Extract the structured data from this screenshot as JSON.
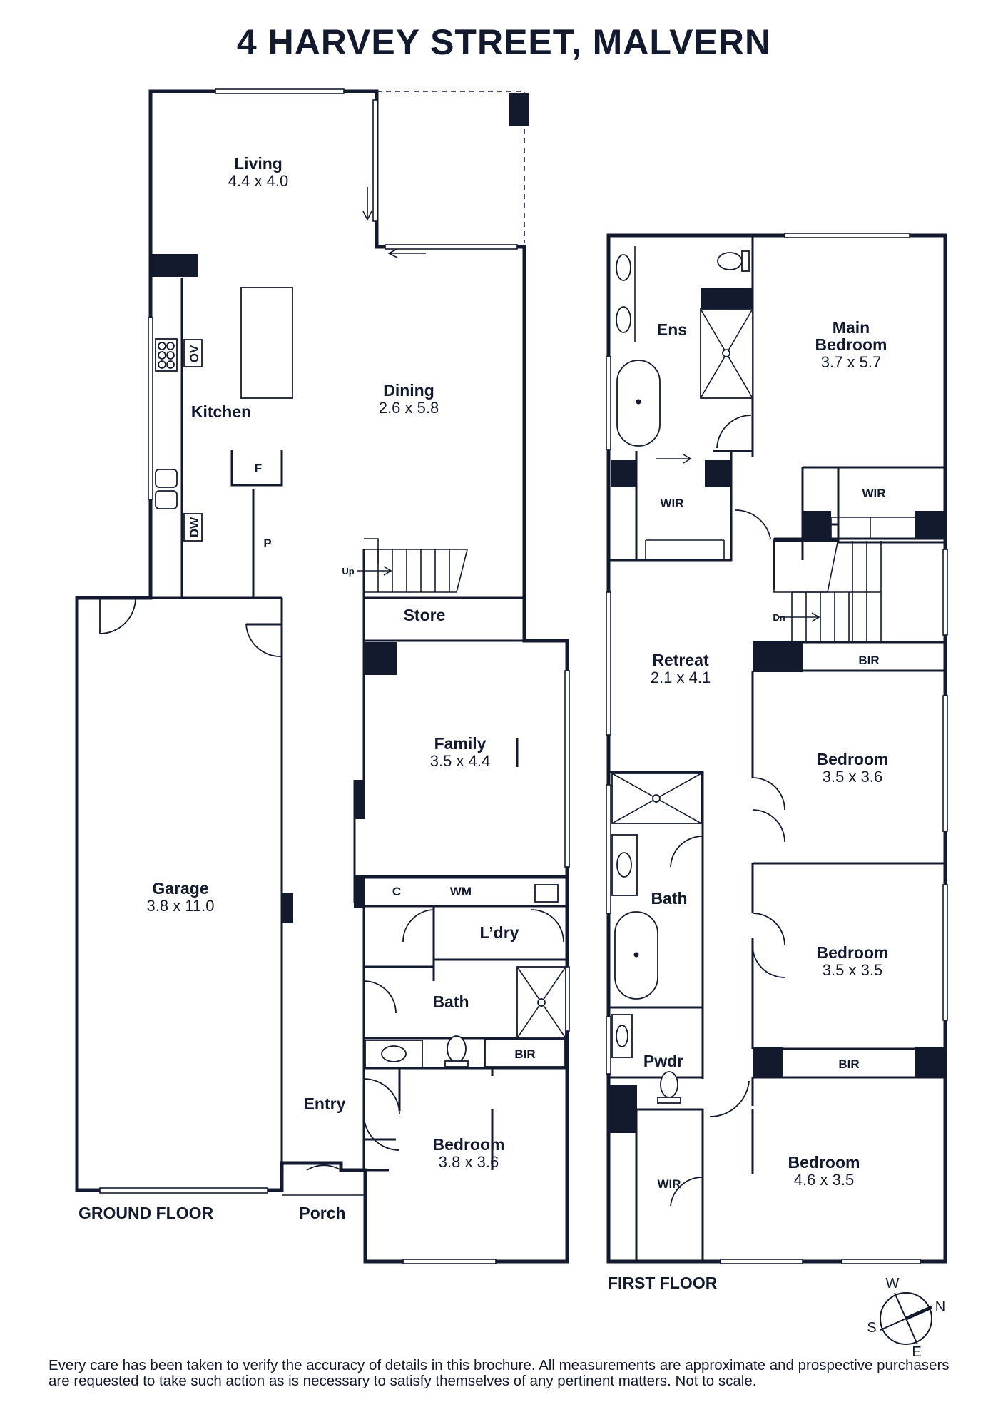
{
  "title": "4 HARVEY STREET, MALVERN",
  "floors": {
    "ground": {
      "label": "GROUND FLOOR",
      "rooms": [
        {
          "name": "Living",
          "size": "4.4 x 4.0"
        },
        {
          "name": "Dining",
          "size": "2.6 x 5.8"
        },
        {
          "name": "Kitchen",
          "size": ""
        },
        {
          "name": "Store",
          "size": ""
        },
        {
          "name": "Family",
          "size": "3.5 x 4.4"
        },
        {
          "name": "Garage",
          "size": "3.8 x 11.0"
        },
        {
          "name": "L’dry",
          "size": ""
        },
        {
          "name": "Bath",
          "size": ""
        },
        {
          "name": "Entry",
          "size": ""
        },
        {
          "name": "Bedroom",
          "size": "3.8 x 3.6"
        },
        {
          "name": "Porch",
          "size": ""
        }
      ],
      "fixtures": {
        "ov": "OV",
        "dw": "DW",
        "f": "F",
        "p": "P",
        "c": "C",
        "wm": "WM",
        "bir": "BIR",
        "up": "Up"
      }
    },
    "first": {
      "label": "FIRST FLOOR",
      "rooms": [
        {
          "name": "Ens",
          "size": ""
        },
        {
          "name": "Main\nBedroom",
          "size": "3.7 x 5.7"
        },
        {
          "name": "Retreat",
          "size": "2.1 x 4.1"
        },
        {
          "name": "Bedroom",
          "size": "3.5 x 3.6"
        },
        {
          "name": "Bath",
          "size": ""
        },
        {
          "name": "Bedroom",
          "size": "3.5 x 3.5"
        },
        {
          "name": "Pwdr",
          "size": ""
        },
        {
          "name": "Bedroom",
          "size": "4.6 x 3.5"
        }
      ],
      "fixtures": {
        "wir": "WIR",
        "bir": "BIR",
        "dn": "Dn"
      }
    }
  },
  "compass": {
    "n": "N",
    "s": "S",
    "e": "E",
    "w": "W"
  },
  "disclaimer": "Every care has been taken to verify the accuracy of details in this brochure. All measurements are approximate and prospective purchasers are requested to take such action as is necessary to satisfy themselves of any pertinent matters. Not to scale.",
  "colors": {
    "ink": "#141a2e",
    "background": "#ffffff"
  }
}
